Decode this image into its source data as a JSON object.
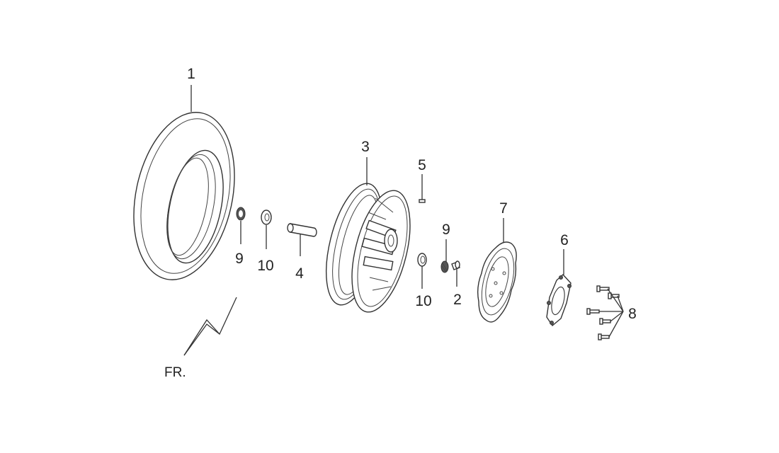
{
  "callouts": {
    "tire": "1",
    "valve_stem": "2",
    "wheel_rim": "3",
    "axle_collar": "4",
    "balance_weight": "5",
    "brake_disc_plate": "6",
    "brake_disc": "7",
    "bolts": "8",
    "oil_seal_left": "9",
    "bearing_left": "10",
    "oil_seal_right": "9",
    "bearing_right": "10"
  },
  "direction_label": "FR."
}
